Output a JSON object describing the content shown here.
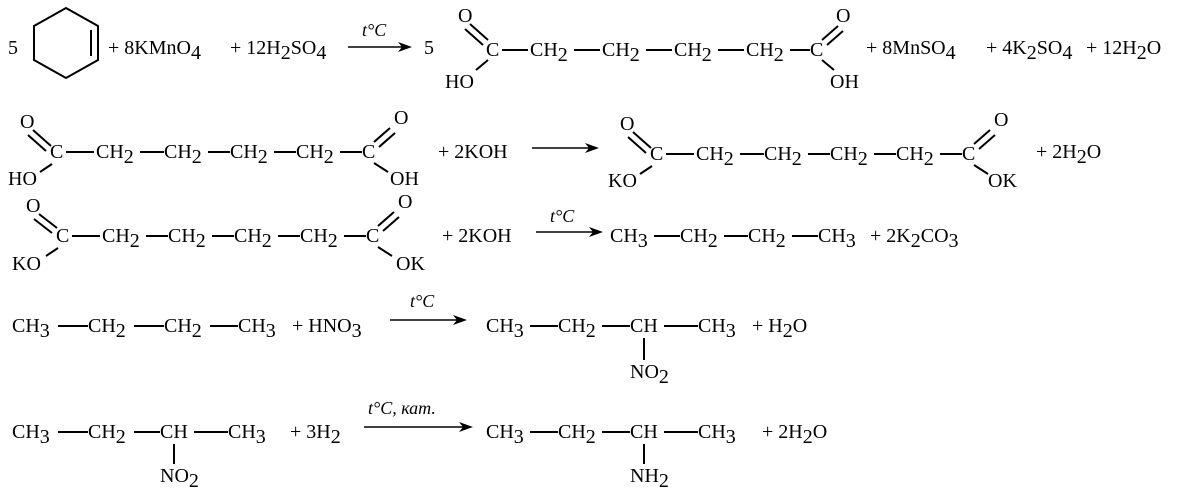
{
  "colors": {
    "ink": "#000000",
    "background": "#ffffff"
  },
  "r1": {
    "coef": "5",
    "kmno4": "+ 8KMnO",
    "kmno4_sub": "4",
    "h2so4_a": "+ 12H",
    "h2so4_s1": "2",
    "h2so4_b": "SO",
    "h2so4_s2": "4",
    "condition": "t°C",
    "prod_coef": "5",
    "o": "O",
    "c": "C",
    "ch": "CH",
    "ch_sub": "2",
    "ho": "HO",
    "oh": "OH",
    "mnso4_a": "+ 8MnSO",
    "mnso4_s": "4",
    "k2so4_a": "+ 4K",
    "k2so4_s1": "2",
    "k2so4_b": "SO",
    "k2so4_s2": "4",
    "h2o_a": "+ 12H",
    "h2o_s": "2",
    "h2o_b": "O"
  },
  "r2": {
    "o": "O",
    "c": "C",
    "ch": "CH",
    "ch_sub": "2",
    "ho": "HO",
    "oh": "OH",
    "koh": "+ 2KOH",
    "ko": "KO",
    "ok": "OK",
    "h2o_a": "+ 2H",
    "h2o_s": "2",
    "h2o_b": "O"
  },
  "r3": {
    "o": "O",
    "c": "C",
    "ch": "CH",
    "ch_sub": "2",
    "ko": "KO",
    "ok": "OK",
    "koh": "+ 2KOH",
    "condition": "t°C",
    "ch3": "CH",
    "ch3_sub": "3",
    "k2co3_a": "+ 2K",
    "k2co3_s1": "2",
    "k2co3_b": "CO",
    "k2co3_s2": "3"
  },
  "r4": {
    "ch": "CH",
    "ch3_sub": "3",
    "ch2_sub": "2",
    "hno3_a": "+ HNO",
    "hno3_s": "3",
    "condition": "t°C",
    "no_a": "NO",
    "no_s": "2",
    "h2o_a": "+ H",
    "h2o_s": "2",
    "h2o_b": "O"
  },
  "r5": {
    "ch": "CH",
    "ch3_sub": "3",
    "ch2_sub": "2",
    "no_a": "NO",
    "no_s": "2",
    "h2_a": "+ 3H",
    "h2_s": "2",
    "condition": "t°C, кат.",
    "nh_a": "NH",
    "nh_s": "2",
    "h2o_a": "+ 2H",
    "h2o_s": "2",
    "h2o_b": "O"
  }
}
